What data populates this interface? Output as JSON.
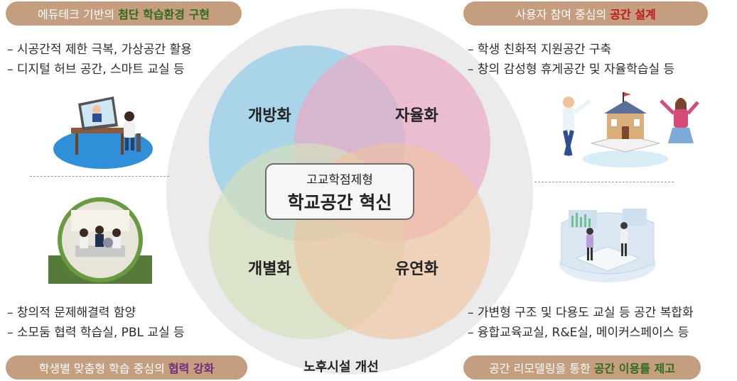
{
  "colors": {
    "pill_bg": "#c59e80",
    "highlight_green": "#2f6b1f",
    "highlight_red": "#c0141c",
    "highlight_purple": "#6b2f7d",
    "circle_blue": "#9fd0e8",
    "circle_pink": "#e9aac4",
    "circle_green": "#d6dfbd",
    "circle_orange": "#f0c29c",
    "outer_circle": "#e9e9e9"
  },
  "top_left": {
    "pill_text": "에듀테크 기반의",
    "pill_highlight": "첨단 학습환경 구현",
    "bullets": [
      "– 시공간적 제한 극복, 가상공간 활용",
      "– 디지털 허브 공간, 스마트 교실 등"
    ]
  },
  "top_right": {
    "pill_text": "사용자 참여 중심의",
    "pill_highlight": "공간 설계",
    "bullets": [
      "– 학생 친화적 지원공간 구축",
      "– 창의 감성형 휴게공간 및 자율학습실 등"
    ]
  },
  "bottom_left": {
    "pill_text": "학생별 맞춤형 학습 중심의",
    "pill_highlight": "협력 강화",
    "bullets": [
      "– 창의적 문제해결력 함양",
      "– 소모둠 협력 학습실, PBL 교실 등"
    ]
  },
  "bottom_right": {
    "pill_text": "공간 리모델링을 통한",
    "pill_highlight": "공간 이용률 제고",
    "bullets": [
      "– 가변형 구조 및 다용도 교실 등 공간 복합화",
      "– 융합교육교실, R&E실, 메이커스페이스 등"
    ]
  },
  "venn": {
    "top_left": "개방화",
    "top_right": "자율화",
    "bottom_left": "개별화",
    "bottom_right": "유연화",
    "center_sub": "고교학점제형",
    "center_main": "학교공간 혁신",
    "outer": "노후시설 개선"
  },
  "illustrations": {
    "top_left": "teacher-online-class-illustration",
    "top_right": "students-school-book-illustration",
    "bottom_left": "collaborative-classroom-photo",
    "bottom_right": "virtual-reality-space-illustration"
  }
}
